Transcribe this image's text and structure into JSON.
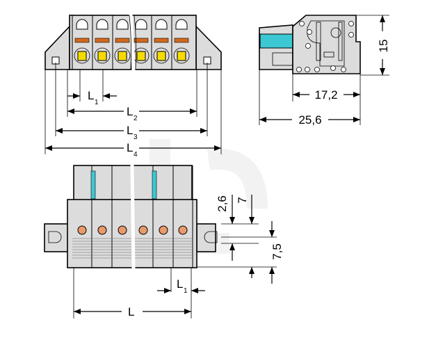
{
  "drawing": {
    "top_view": {
      "dimensions": [
        {
          "label": "L",
          "sub": "1"
        },
        {
          "label": "L",
          "sub": "2"
        },
        {
          "label": "L",
          "sub": "3"
        },
        {
          "label": "L",
          "sub": "4"
        }
      ]
    },
    "side_view": {
      "height": "15",
      "depth_inner": "17,2",
      "depth_total": "25,6"
    },
    "front_view": {
      "pitch": {
        "label": "L",
        "sub": "1"
      },
      "length": "L",
      "dim_a": "2,6",
      "dim_b": "7",
      "dim_c": "7,5"
    },
    "colors": {
      "housing": "#dcdcdc",
      "actuator": "#3cc8d2",
      "contact": "#f5dc00",
      "marker": "#e89a6a",
      "spring": "#d2691e"
    }
  }
}
